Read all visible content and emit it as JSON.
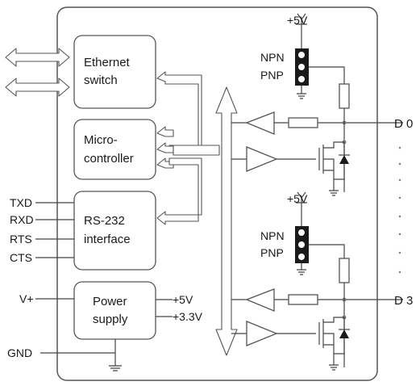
{
  "blocks": {
    "ethernet": [
      "Ethernet",
      "switch"
    ],
    "micro": [
      "Micro-",
      "controller"
    ],
    "rs232": [
      "RS-232",
      "interface"
    ],
    "power": [
      "Power",
      "supply"
    ]
  },
  "signals": {
    "txd": "TXD",
    "rxd": "RXD",
    "rts": "RTS",
    "cts": "CTS",
    "vplus": "V+",
    "gnd": "GND"
  },
  "rails": {
    "p5v": "+5V",
    "p33v": "+3.3V"
  },
  "jumper_top": {
    "supply": "+5V",
    "npn": "NPN",
    "pnp": "PNP"
  },
  "jumper_bottom": {
    "supply": "+5V",
    "npn": "NPN",
    "pnp": "PNP"
  },
  "outputs": {
    "d0": "D 0",
    "d3": "D 3"
  }
}
